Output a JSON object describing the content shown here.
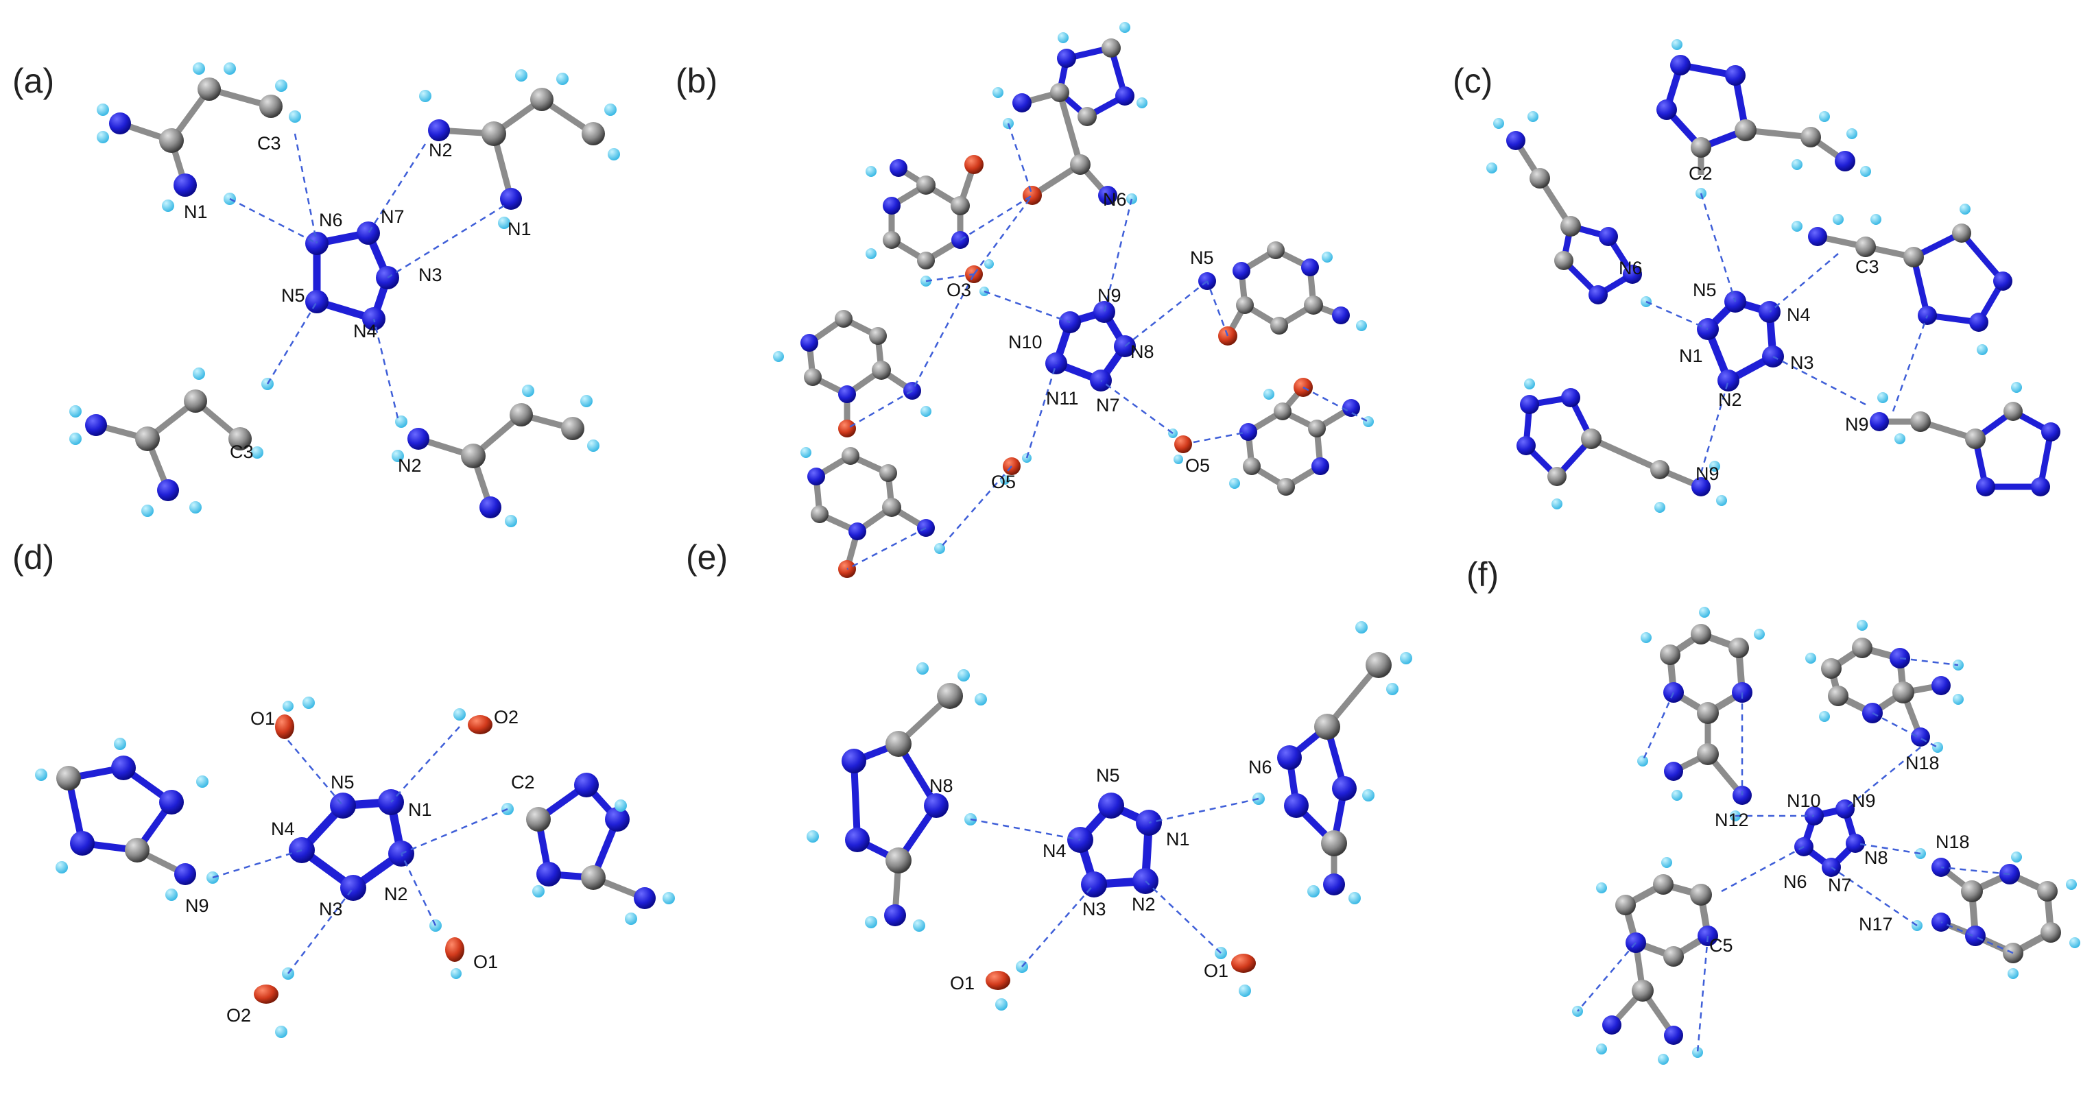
{
  "colors": {
    "nitrogen": "#1f1fd6",
    "carbon": "#8a8a8a",
    "hydrogen": "#48c8ee",
    "oxygen": "#d23a1c",
    "bond": "#8c8c8c",
    "hbond": "#3f5fd8"
  },
  "panels": [
    {
      "id": "a",
      "label": "(a)",
      "atom_labels": [
        "C3",
        "N1",
        "N6",
        "N7",
        "N2",
        "N1",
        "N3",
        "N5",
        "N4",
        "C3",
        "N2"
      ]
    },
    {
      "id": "b",
      "label": "(b)",
      "atom_labels": [
        "N6",
        "O3",
        "N9",
        "N5",
        "N10",
        "N8",
        "N11",
        "N7",
        "O5",
        "O5"
      ]
    },
    {
      "id": "c",
      "label": "(c)",
      "atom_labels": [
        "C2",
        "C3",
        "N6",
        "N5",
        "N4",
        "N1",
        "N3",
        "N2",
        "N9",
        "N9"
      ]
    },
    {
      "id": "d",
      "label": "(d)",
      "atom_labels": [
        "O1",
        "O2",
        "N5",
        "N1",
        "C2",
        "N4",
        "N2",
        "N3",
        "N9",
        "O1",
        "O2"
      ]
    },
    {
      "id": "e",
      "label": "(e)",
      "atom_labels": [
        "N8",
        "N5",
        "N6",
        "N4",
        "N1",
        "N3",
        "N2",
        "O1",
        "O1"
      ]
    },
    {
      "id": "f",
      "label": "(f)",
      "atom_labels": [
        "N18",
        "N10",
        "N9",
        "N12",
        "N8",
        "N18",
        "N6",
        "N7",
        "N17",
        "C5"
      ]
    }
  ]
}
